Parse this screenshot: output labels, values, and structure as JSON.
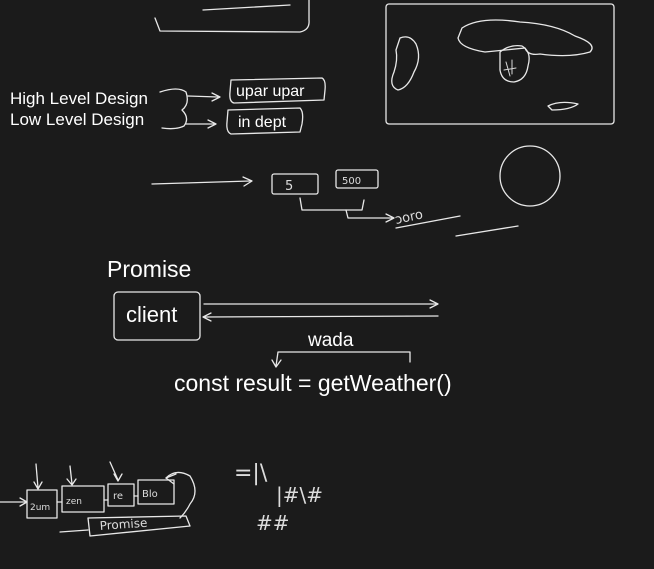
{
  "notes": {
    "high_level_design": "High Level Design",
    "low_level_design": "Low Level Design",
    "upar_upar": "upar upar",
    "in_dept": "in dept"
  },
  "promise_section": {
    "heading": "Promise",
    "client_label": "client",
    "wada_label": "wada",
    "code_line": "const result = getWeather()"
  },
  "sketch_labels": {
    "box_5": "5",
    "box_500": "500",
    "scribble_under_boxes": "ɔoro",
    "chain_box_1": "2um",
    "chain_box_2": "zen",
    "chain_box_3": "re",
    "chain_box_4": "Blo",
    "chain_promise": "Promise",
    "hash_scribbles": [
      "=|\\",
      "|#\\#",
      "##"
    ]
  },
  "colors": {
    "background": "#1b1b1b",
    "ink": "#ffffff"
  }
}
